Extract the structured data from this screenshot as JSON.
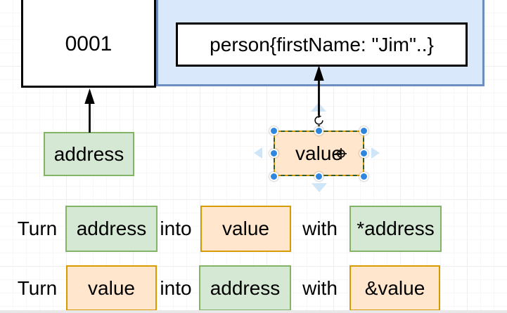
{
  "diagram": {
    "memory_box": {
      "label": "0001"
    },
    "object_box": {
      "label": "person{firstName: \"Jim\"..}"
    },
    "address_node": {
      "label": "address"
    },
    "value_node": {
      "label": "value",
      "selected": true
    },
    "rows": [
      {
        "word1": "Turn",
        "box1": "address",
        "word2": "into",
        "box2": "value",
        "word3": "with",
        "box3": "*address"
      },
      {
        "word1": "Turn",
        "box1": "value",
        "word2": "into",
        "box2": "address",
        "word3": "with",
        "box3": "&value"
      }
    ]
  },
  "colors": {
    "container_fill": "#DAE8FC",
    "container_border": "#6C8EBF",
    "green_fill": "#D5E8D4",
    "green_border": "#82B366",
    "orange_fill": "#FFE6CC",
    "orange_border": "#D79B00",
    "selection_handle_blue": "#2E86DE",
    "direction_arrow_blue": "#CFE5F8",
    "selection_dash_green": "#3A5B22"
  }
}
